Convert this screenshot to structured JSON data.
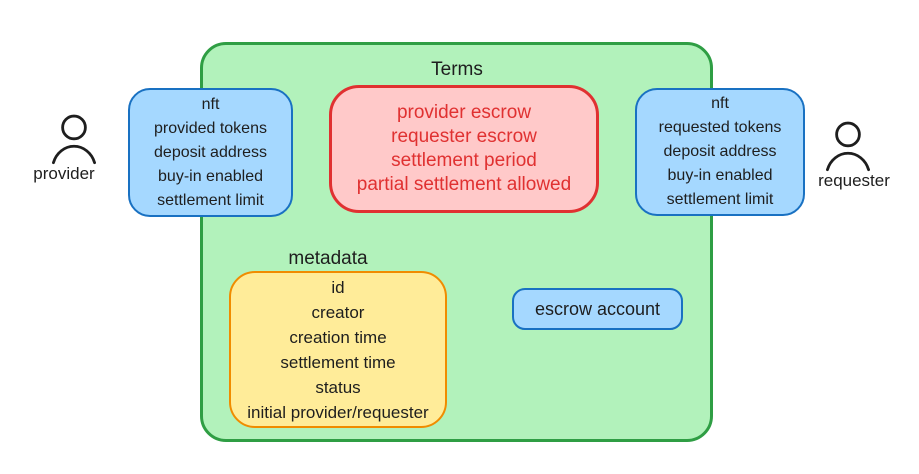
{
  "actors": {
    "provider": {
      "label": "provider",
      "icon": "person-icon"
    },
    "requester": {
      "label": "requester",
      "icon": "person-icon"
    }
  },
  "terms": {
    "title": "Terms",
    "items": [
      "provider escrow",
      "requester escrow",
      "settlement period",
      "partial settlement allowed"
    ]
  },
  "provider_box": {
    "items": [
      "nft",
      "provided tokens",
      "deposit address",
      "buy-in enabled",
      "settlement limit"
    ]
  },
  "requester_box": {
    "items": [
      "nft",
      "requested tokens",
      "deposit address",
      "buy-in enabled",
      "settlement limit"
    ]
  },
  "metadata": {
    "title": "metadata",
    "items": [
      "id",
      "creator",
      "creation time",
      "settlement time",
      "status",
      "initial provider/requester"
    ]
  },
  "escrow_account": {
    "label": "escrow account"
  },
  "colors": {
    "green_fill": "#b2f2bb",
    "green_stroke": "#2f9e44",
    "blue_fill": "#a5d8ff",
    "blue_stroke": "#1971c2",
    "red_fill": "#ffc9c9",
    "red_stroke": "#e03131",
    "yellow_fill": "#ffec99",
    "yellow_stroke": "#f08c00",
    "text": "#1e1e1e"
  }
}
